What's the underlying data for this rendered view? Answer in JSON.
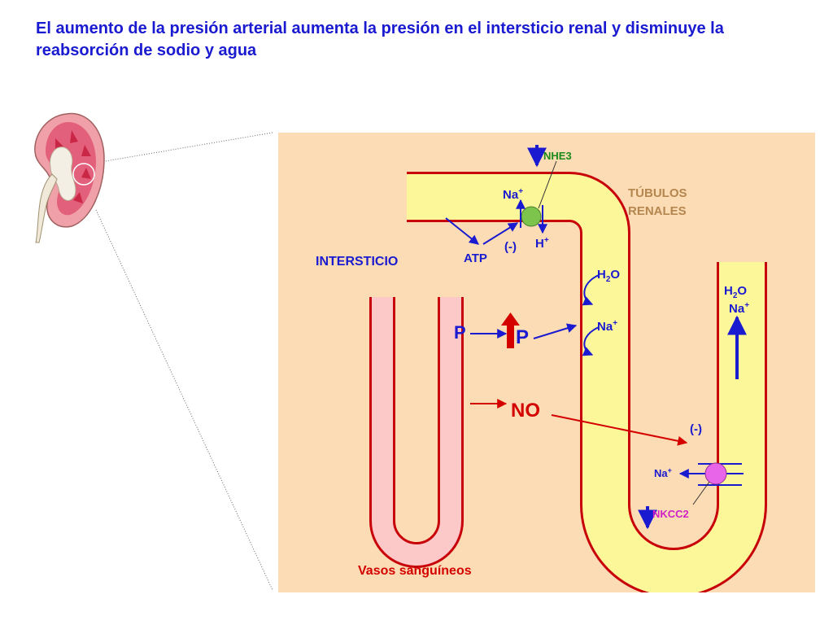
{
  "title": "El aumento de la presión arterial aumenta la presión en el intersticio renal y disminuye la reabsorción de sodio y agua",
  "labels": {
    "nhe3": "NHE3",
    "na_top": "Na",
    "h_plus": "H",
    "plus": "+",
    "inhibit_top": "(-)",
    "atp": "ATP",
    "tubulos_line1": "TÚBULOS",
    "tubulos_line2": "RENALES",
    "intersticio": "INTERSTICIO",
    "h2o_left_h": "H",
    "h2o_left_sub": "2",
    "h2o_left_o": "O",
    "na_left": "Na",
    "h2o_right_h": "H",
    "h2o_right_sub": "2",
    "h2o_right_o": "O",
    "na_right": "Na",
    "p_small": "P",
    "p_big": "P",
    "no": "NO",
    "inhibit_bottom": "(-)",
    "na_bottom": "Na",
    "nkcc2": "NKCC2",
    "vasos": "Vasos sanguíneos"
  },
  "colors": {
    "title": "#1a1ad0",
    "panel": "#fcdcb4",
    "tubule_fill": "#fcf89a",
    "tubule_wall": "#c8000a",
    "vessel_fill": "#fcc8c8",
    "blue_label": "#1a1ad0",
    "red_label": "#d40000",
    "tan_label": "#b48650",
    "green_transporter": "#7cc44c",
    "magenta_transporter": "#e864e8",
    "nhe3_label": "#1a8a1a",
    "nkcc2_label": "#d020c8"
  }
}
